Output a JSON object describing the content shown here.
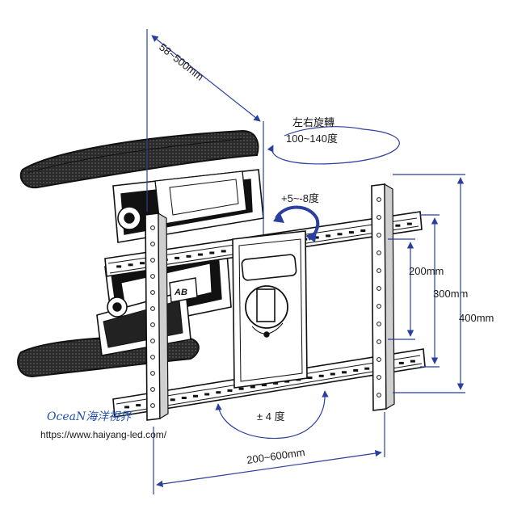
{
  "labels": {
    "depth": "58~500mm",
    "swivel_title": "左右旋轉",
    "swivel_range": "100~140度",
    "tilt": "+5~-8度",
    "vesa_200": "200mm",
    "vesa_300": "300mm",
    "vesa_400": "400mm",
    "rotation": "± 4 度",
    "vesa_width": "200~600mm",
    "brand": "OceaN海洋視界",
    "url": "https://www.haiyang-led.com/"
  },
  "icons": {
    "brand_badge": "AB-logo-badge"
  },
  "colors": {
    "dimension_line": "#2b3f9e",
    "brand_text": "#1f4fae"
  }
}
